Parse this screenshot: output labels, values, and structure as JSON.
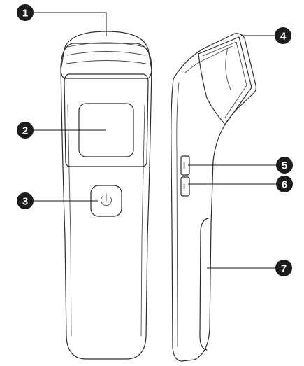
{
  "callouts": [
    {
      "id": "1",
      "text": "1",
      "target": "top-probe-cap"
    },
    {
      "id": "2",
      "text": "2",
      "target": "display-screen"
    },
    {
      "id": "3",
      "text": "3",
      "target": "power-button"
    },
    {
      "id": "4",
      "text": "4",
      "target": "infrared-sensor-cover"
    },
    {
      "id": "5",
      "text": "5",
      "target": "side-button-upper"
    },
    {
      "id": "6",
      "text": "6",
      "target": "side-button-lower"
    },
    {
      "id": "7",
      "text": "7",
      "target": "handle-grip"
    }
  ],
  "colors": {
    "ink": "#1c1c1c",
    "paper": "#ffffff"
  }
}
